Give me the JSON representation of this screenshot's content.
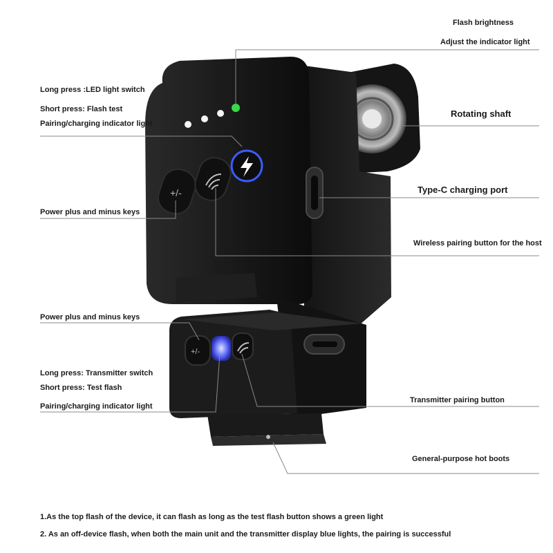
{
  "labels": {
    "flash_brightness": "Flash brightness",
    "adjust_indicator": "Adjust the indicator light",
    "led_switch": "Long press :LED light switch",
    "flash_test": "Short press: Flash test",
    "pairing_indicator_top": "Pairing/charging indicator light",
    "rotating_shaft": "Rotating shaft",
    "typec_port": "Type-C charging port",
    "power_keys_top": "Power plus and minus keys",
    "wireless_pairing": "Wireless pairing button for the host",
    "power_keys_bottom": "Power plus and minus keys",
    "transmitter_switch": "Long press: Transmitter switch",
    "test_flash": "Short press: Test flash",
    "pairing_indicator_bottom": "Pairing/charging indicator light",
    "transmitter_pairing": "Transmitter pairing button",
    "hot_boots": "General-purpose hot boots"
  },
  "device": {
    "top_plus_minus": "+/-",
    "bottom_plus_minus": "+/-"
  },
  "notes": [
    "1.As the top flash of the device, it can flash as long as the test flash button shows a green light",
    "2. As an off-device flash, when both the main unit and the transmitter display blue lights, the pairing is successful"
  ],
  "colors": {
    "body": "#161616",
    "indicator_green": "#39d84a",
    "indicator_blue": "#3a5cff",
    "leader_line": "#8a8a8a"
  }
}
